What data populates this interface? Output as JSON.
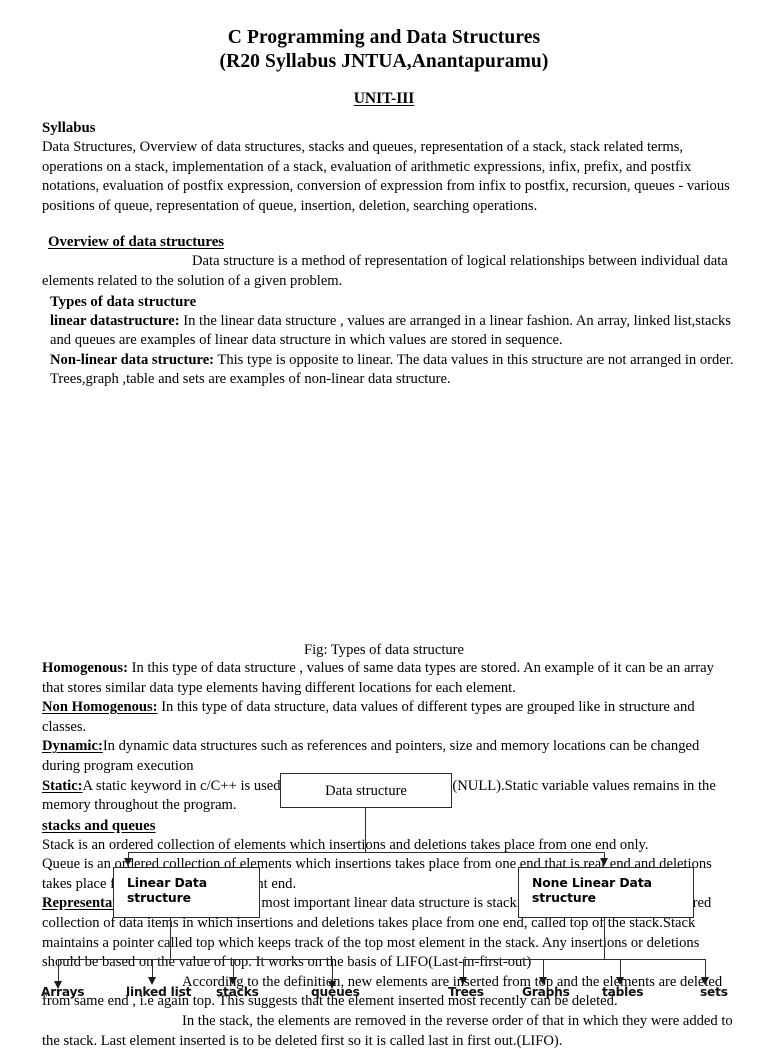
{
  "document": {
    "title_line1": "C Programming and Data Structures",
    "title_line2": "(R20 Syllabus JNTUA,Anantapuramu)",
    "unit_heading": "UNIT-III"
  },
  "syllabus": {
    "heading": "Syllabus",
    "text": "Data Structures, Overview of data structures, stacks and queues, representation of a  stack,  stack related terms, operations on a stack, implementation of a stack, evaluation of arithmetic expressions, infix, prefix, and postfix notations, evaluation of postfix expression, conversion of expression  from  infix to postfix, recursion, queues - various positions of queue, representation of queue, insertion, deletion, searching operations."
  },
  "overview": {
    "heading": "Overview of data structures",
    "definition": "Data structure is a method of representation of logical relationships between individual data elements related to the solution of a given problem.",
    "types_heading": "Types of data structure",
    "linear": {
      "label": "linear datastructure:",
      "text": " In the linear data structure , values are arranged in a linear fashion. An array, linked list,stacks and queues are examples of linear data structure in which values are stored in sequence."
    },
    "nonlinear": {
      "label": "Non-linear data structure:",
      "text": " This type is opposite to linear. The data values in this structure are not arranged in order. Trees,graph ,table and sets are examples of non-linear data structure."
    }
  },
  "diagram": {
    "root_label": "Data structure",
    "left_label": "Linear Data structure",
    "right_label": "None Linear Data structure",
    "left_children": [
      "Arrays",
      "linked list",
      "stacks",
      "queues"
    ],
    "right_children": [
      "Trees",
      "Graphs",
      "tables",
      "sets"
    ],
    "caption": "Fig: Types of data structure"
  },
  "definitions": {
    "homogenous": {
      "label": "Homogenous:",
      "text": " In this type of data structure , values of same data types are stored. An example of it can be an array that stores similar data type elements having different locations for each element."
    },
    "non_homogenous": {
      "label": "Non Homogenous:",
      "text": " In this type of data structure, data values of different types are grouped like in structure and classes."
    },
    "dynamic": {
      "label": "Dynamic:",
      "text": "In dynamic data structures such as references and pointers, size and memory locations can be changed during program execution"
    },
    "static": {
      "label": "Static:",
      "text": "A static keyword in c/C++ is used to intitialize the variable to 0(NULL).Static variable values remains in the memory throughout the program."
    }
  },
  "stacks_queues": {
    "heading": "stacks and queues",
    "p1": "Stack is an ordered collection of elements which insertions and deletions takes place from one end only.",
    "p2": "Queue is an ordered collection of elements which insertions takes place from one end that is rear end and deletions takes place from other end that is front end.",
    "representation": {
      "label": "Representation of Stack:",
      "text": "  one of the most important linear data structure is stack. A Stack is defined as an ordered collection of data items in which insertions and deletions takes place from one end, called top of the stack.Stack maintains a pointer called top which keeps track of the top most element in the stack. Any insertions or deletions should be based on the value of top. It works on the basis of LIFO(Last-in-first-out)"
    },
    "p3": "According to the definition, new elements are inserted from top and the elements are deleted from same end , i.e again top. This suggests that the element inserted most recently can be deleted.",
    "p4": "In the stack, the elements are removed in the reverse order of that in which they were added to the stack. Last element inserted is to be deleted first so it is called last in first out.(LIFO)."
  }
}
